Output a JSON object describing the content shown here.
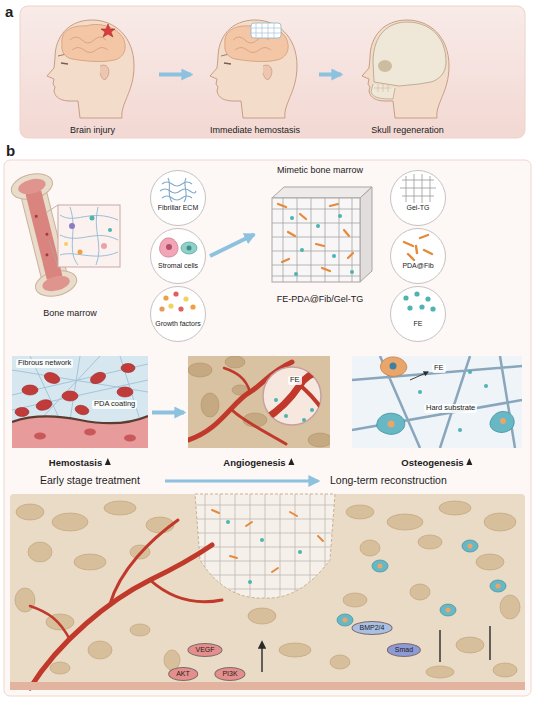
{
  "diagram": {
    "nodes": [
      {
        "text": [
          "Brain injury"
        ]
      },
      {
        "text": [
          "Immediate hemostasis"
        ]
      },
      {
        "text": [
          "Skull regeneration"
        ]
      },
      {
        "text": [
          "Bone marrow"
        ]
      },
      {
        "text": [
          "Fibrillar ECM"
        ]
      },
      {
        "text": [
          "Stromal cells"
        ]
      },
      {
        "text": [
          "Growth factors"
        ]
      },
      {
        "text": [
          "Mimetic bone marrow",
          "FE-PDA@Fib/Gel-TG"
        ]
      },
      {
        "text": [
          "Gel-TG"
        ]
      },
      {
        "text": [
          "PDA@Fib"
        ]
      },
      {
        "text": [
          "FE"
        ]
      },
      {
        "text": [
          "Fibrous network",
          "PDA coating",
          "Hemostasis"
        ]
      },
      {
        "text": [
          "FE",
          "Angiogenesis"
        ]
      },
      {
        "text": [
          "FE",
          "Hard substrate",
          "Osteogenesis"
        ]
      },
      {
        "text": [
          "VEGF"
        ]
      },
      {
        "text": [
          "AKT"
        ]
      },
      {
        "text": [
          "PI3K"
        ]
      },
      {
        "text": [
          "BMP2/4"
        ]
      },
      {
        "text": [
          "Smad"
        ]
      }
    ],
    "edges": [
      {
        "from": 0,
        "to": 1,
        "arrow": "to"
      },
      {
        "from": 1,
        "to": 2,
        "arrow": "to"
      },
      {
        "from": 5,
        "to": 7,
        "arrow": "to"
      },
      {
        "from": 11,
        "to": 12,
        "arrow": "to"
      }
    ],
    "labels": [
      "a",
      "b",
      "Early stage treatment",
      "Long-term reconstruction"
    ]
  }
}
